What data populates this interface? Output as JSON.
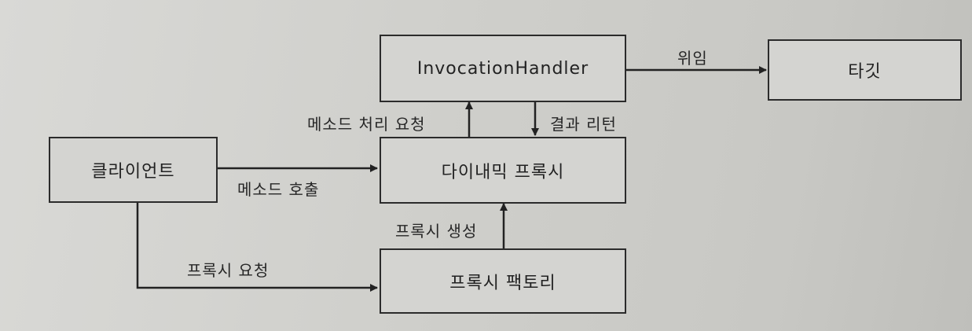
{
  "nodes": {
    "invocation_handler": "InvocationHandler",
    "target": "타깃",
    "client": "클라이언트",
    "dynamic_proxy": "다이내믹 프록시",
    "proxy_factory": "프록시 팩토리"
  },
  "edges": {
    "delegate": "위임",
    "method_request": "메소드 처리 요청",
    "return_result": "결과 리턴",
    "method_call": "메소드 호출",
    "proxy_create": "프록시 생성",
    "proxy_request": "프록시 요청"
  }
}
